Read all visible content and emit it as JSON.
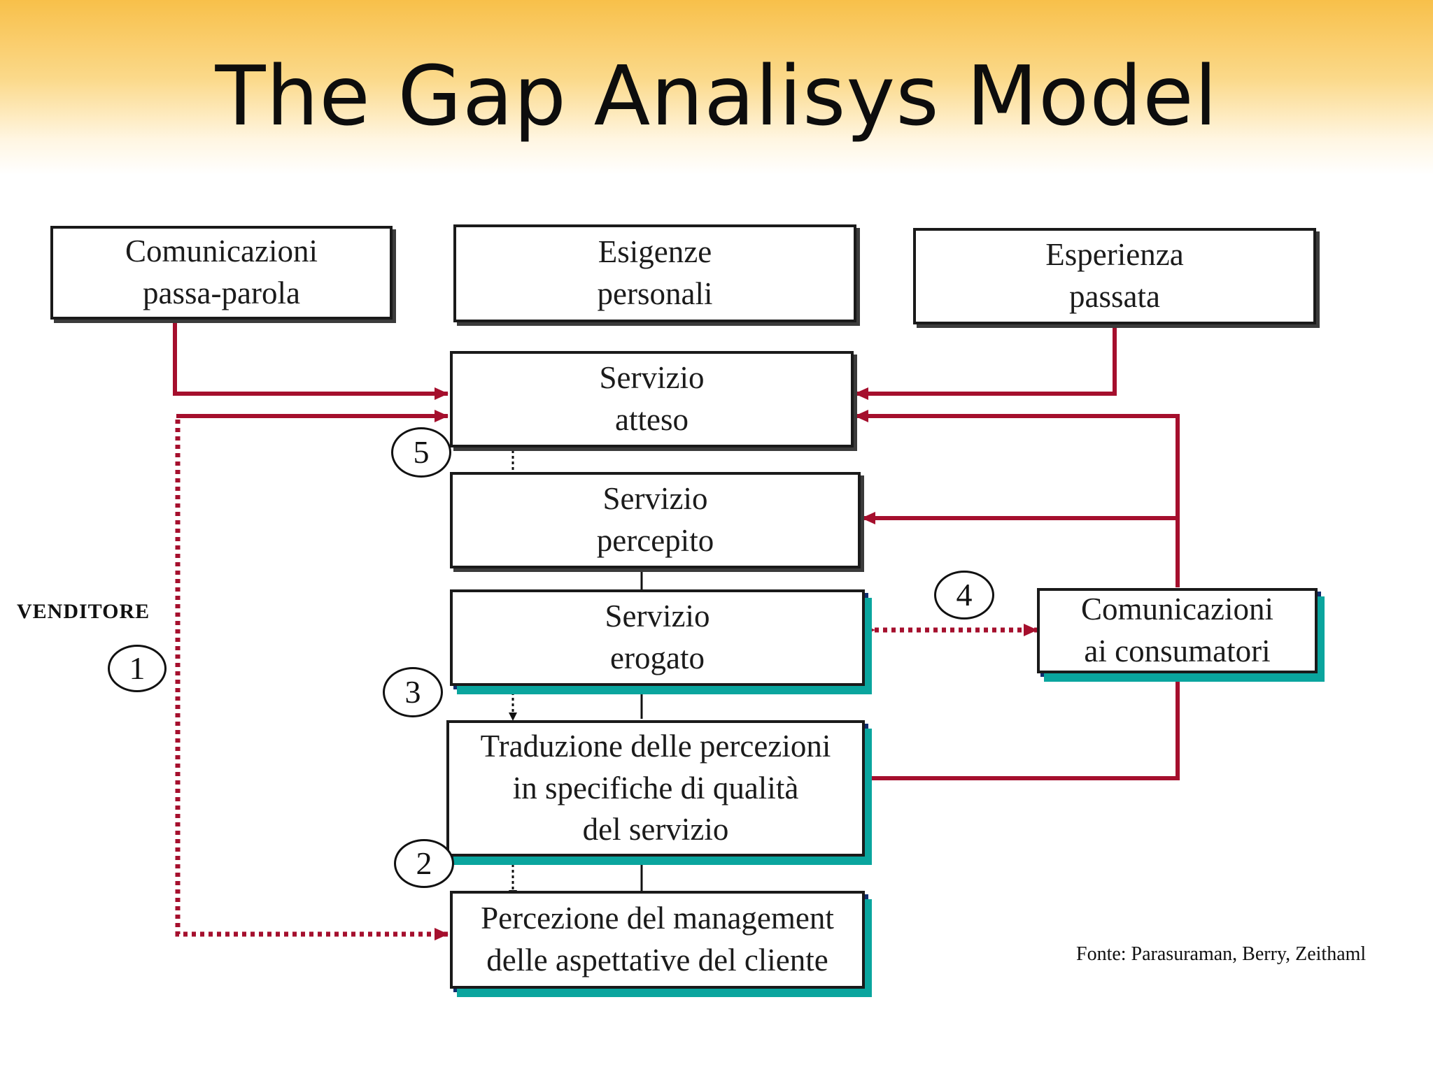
{
  "title": "The Gap Analisys Model",
  "boxes": {
    "word_of_mouth": [
      "Comunicazioni",
      "passa-parola"
    ],
    "personal_needs": [
      "Esigenze",
      "personali"
    ],
    "past_experience": [
      "Esperienza",
      "passata"
    ],
    "expected_service": [
      "Servizio",
      "atteso"
    ],
    "perceived_service": [
      "Servizio",
      "percepito"
    ],
    "delivered_service": [
      "Servizio",
      "erogato"
    ],
    "specs_translation": [
      "Traduzione delle percezioni",
      "in specifiche di qualità",
      "del servizio"
    ],
    "management_perception": [
      "Percezione del management",
      "delle aspettative del cliente"
    ],
    "consumer_communications": [
      "Comunicazioni",
      "ai consumatori"
    ]
  },
  "gaps": [
    "1",
    "2",
    "3",
    "4",
    "5"
  ],
  "side_label": "VENDITORE",
  "source": "Fonte: Parasuraman, Berry, Zeithaml",
  "colors": {
    "flow_line": "#a50f2d",
    "box_border": "#1a1a1a",
    "box_shadow_accent": "#0aa59e",
    "header_gradient_top": "#f8c04a"
  }
}
